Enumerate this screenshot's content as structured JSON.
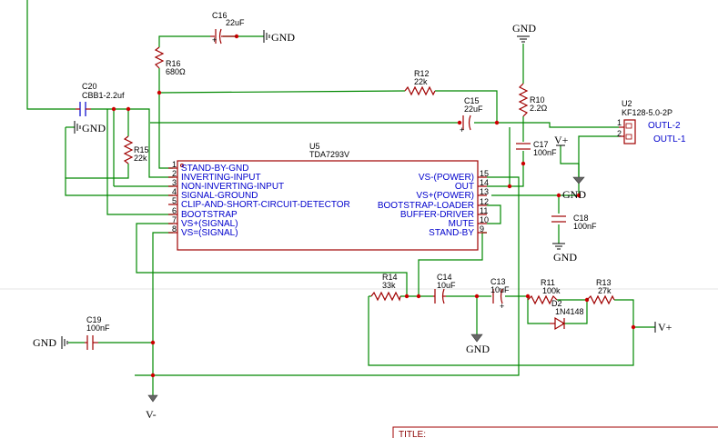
{
  "components": {
    "C16": {
      "ref": "C16",
      "value": "22uF"
    },
    "R16": {
      "ref": "R16",
      "value": "680Ω"
    },
    "C20": {
      "ref": "C20",
      "value": "CBB1-2.2uf"
    },
    "R12": {
      "ref": "R12",
      "value": "22k"
    },
    "C15": {
      "ref": "C15",
      "value": "22uF"
    },
    "R10": {
      "ref": "R10",
      "value": "2.2Ω"
    },
    "C17": {
      "ref": "C17",
      "value": "100nF"
    },
    "R15": {
      "ref": "R15",
      "value": "22k"
    },
    "U2": {
      "ref": "U2",
      "value": "KF128-5.0-2P"
    },
    "C18": {
      "ref": "C18",
      "value": "100nF"
    },
    "R14": {
      "ref": "R14",
      "value": "33k"
    },
    "C14": {
      "ref": "C14",
      "value": "10uF"
    },
    "C13": {
      "ref": "C13",
      "value": "10uF"
    },
    "R11": {
      "ref": "R11",
      "value": "100k"
    },
    "R13": {
      "ref": "R13",
      "value": "27k"
    },
    "D2": {
      "ref": "D2",
      "value": "1N4148"
    },
    "C19": {
      "ref": "C19",
      "value": "100nF"
    }
  },
  "u5": {
    "ref": "U5",
    "part": "TDA7293V",
    "left_pins": [
      {
        "num": "1",
        "name": "STAND-BY-GND"
      },
      {
        "num": "2",
        "name": "INVERTING-INPUT"
      },
      {
        "num": "3",
        "name": "NON-INVERTING-INPUT"
      },
      {
        "num": "4",
        "name": "SIGNAL-GROUND"
      },
      {
        "num": "5",
        "name": "CLIP-AND-SHORT-CIRCUIT-DETECTOR"
      },
      {
        "num": "6",
        "name": "BOOTSTRAP"
      },
      {
        "num": "7",
        "name": "VS+(SIGNAL)"
      },
      {
        "num": "8",
        "name": "VS=(SIGNAL)"
      }
    ],
    "right_pins": [
      {
        "num": "15",
        "name": "VS-(POWER)"
      },
      {
        "num": "14",
        "name": "OUT"
      },
      {
        "num": "13",
        "name": "VS+(POWER)"
      },
      {
        "num": "12",
        "name": "BOOTSTRAP-LOADER"
      },
      {
        "num": "11",
        "name": "BUFFER-DRIVER"
      },
      {
        "num": "10",
        "name": "MUTE"
      },
      {
        "num": "9",
        "name": "STAND-BY"
      }
    ]
  },
  "connector": {
    "pin1_num": "1",
    "pin2_num": "2",
    "pin1_label": "OUTL-2",
    "pin2_label": "OUTL-1"
  },
  "nets": {
    "gnd": "GND",
    "vplus": "V+",
    "vminus": "V-"
  },
  "title_block": {
    "label": "TITLE:"
  }
}
